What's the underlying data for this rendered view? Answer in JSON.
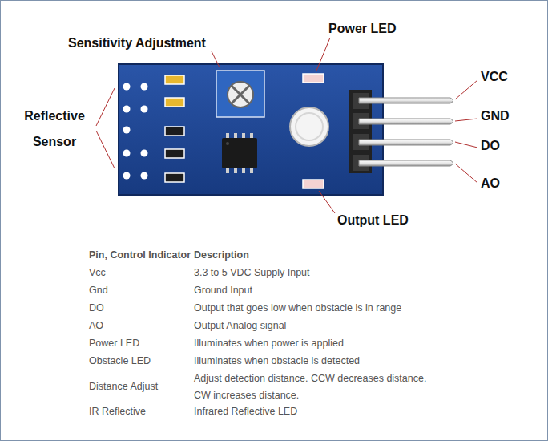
{
  "diagram": {
    "labels": [
      "Sensitivity Adjustment",
      "Power LED",
      "Reflective Sensor",
      "VCC",
      "GND",
      "DO",
      "AO",
      "Output LED",
      "Pin, Control Indicator",
      "Description",
      "Vcc",
      "3.3 to 5 VDC Supply Input",
      "Gnd",
      "Ground Input",
      "DO",
      "Output that goes low when obstacle is in range",
      "AO",
      "Output Analog signal",
      "Power LED",
      "Illuminates when power is applied",
      "Obstacle LED",
      "Illuminates when obstacle is detected",
      "Distance Adjust",
      "Adjust detection distance. CCW decreases distance. CW increases distance.",
      "IR Reflective",
      "Infrared Reflective LED"
    ]
  }
}
